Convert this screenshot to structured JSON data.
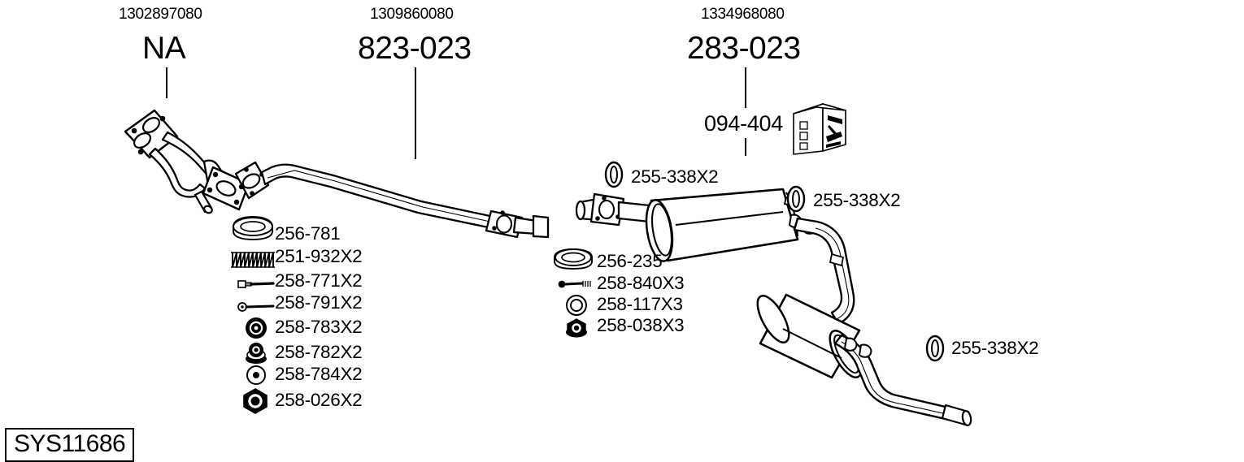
{
  "diagram": {
    "title_code": "SYS11686",
    "groups": [
      {
        "name": "front-pipe",
        "oem_number": "1302897080",
        "part_code": "NA"
      },
      {
        "name": "centre-pipe",
        "oem_number": "1309860080",
        "part_code": "823-023"
      },
      {
        "name": "rear-silencer",
        "oem_number": "1334968080",
        "part_code": "283-023",
        "kit_code": "094-404"
      }
    ],
    "left_parts": [
      {
        "icon": "gasket-ring-icon",
        "label": "256-781"
      },
      {
        "icon": "spring-icon",
        "label": "251-932X2"
      },
      {
        "icon": "bolt-long-icon",
        "label": "258-771X2"
      },
      {
        "icon": "bolt-short-icon",
        "label": "258-791X2"
      },
      {
        "icon": "washer-ring-icon",
        "label": "258-783X2"
      },
      {
        "icon": "stepped-bush-icon",
        "label": "258-782X2"
      },
      {
        "icon": "thin-washer-icon",
        "label": "258-784X2"
      },
      {
        "icon": "hex-nut-icon",
        "label": "258-026X2"
      }
    ],
    "middle_parts": [
      {
        "icon": "gasket-oval-icon",
        "label": "256-235"
      },
      {
        "icon": "bolt-stud-icon",
        "label": "258-840X3"
      },
      {
        "icon": "ring-washer-icon",
        "label": "258-117X3"
      },
      {
        "icon": "flange-nut-icon",
        "label": "258-038X3"
      }
    ],
    "hangers": [
      {
        "icon": "rubber-hanger-icon",
        "label": "255-338X2",
        "position": "upper-centre"
      },
      {
        "icon": "rubber-hanger-icon",
        "label": "255-338X2",
        "position": "upper-right"
      },
      {
        "icon": "rubber-hanger-icon",
        "label": "255-338X2",
        "position": "lower-right"
      }
    ],
    "box_icon": {
      "icon": "bosal-box-icon",
      "brand": "bosal"
    },
    "colors": {
      "line": "#000000",
      "background": "#ffffff"
    }
  }
}
